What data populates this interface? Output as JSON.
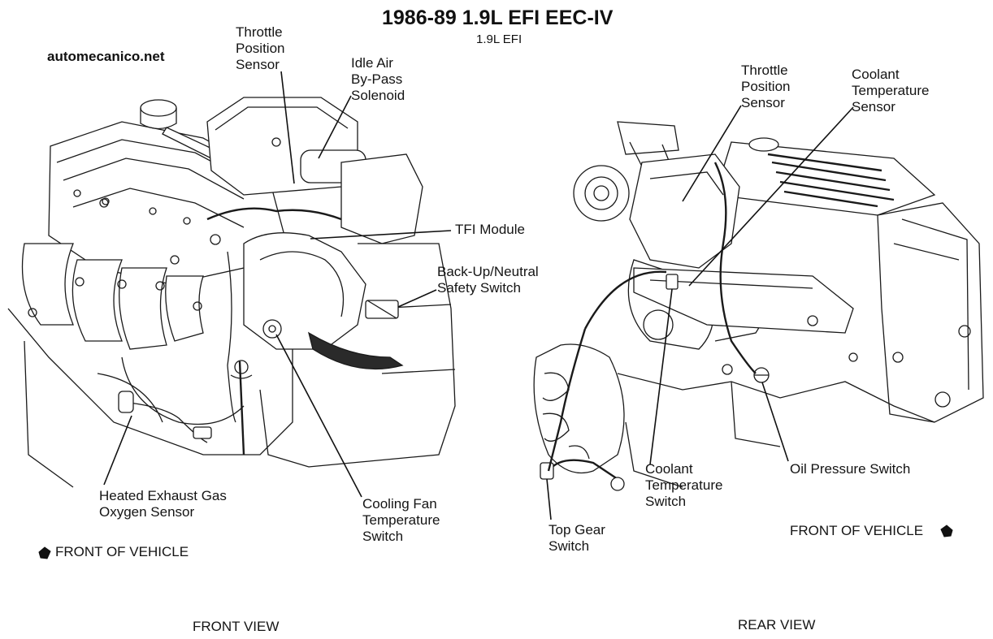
{
  "title": "1986-89 1.9L EFI EEC-IV",
  "subtitle": "1.9L EFI",
  "watermark": "automecanico.net",
  "front_view": {
    "caption": "FRONT VIEW",
    "direction": "FRONT OF VEHICLE",
    "labels": {
      "throttle_position_sensor": "Throttle\nPosition\nSensor",
      "idle_air_bypass_solenoid": "Idle Air\nBy-Pass\nSolenoid",
      "tfi_module": "TFI Module",
      "backup_neutral_safety_switch": "Back-Up/Neutral\nSafety Switch",
      "heated_exhaust_gas_oxygen_sensor": "Heated Exhaust Gas\nOxygen Sensor",
      "cooling_fan_temperature_switch": "Cooling Fan\nTemperature\nSwitch"
    }
  },
  "rear_view": {
    "caption": "REAR VIEW",
    "direction": "FRONT OF VEHICLE",
    "labels": {
      "throttle_position_sensor": "Throttle\nPosition\nSensor",
      "coolant_temperature_sensor": "Coolant\nTemperature\nSensor",
      "coolant_temperature_switch": "Coolant\nTemperature\nSwitch",
      "oil_pressure_switch": "Oil Pressure Switch",
      "top_gear_switch": "Top Gear\nSwitch"
    }
  },
  "ink_color": "#111111",
  "background_color": "#ffffff"
}
